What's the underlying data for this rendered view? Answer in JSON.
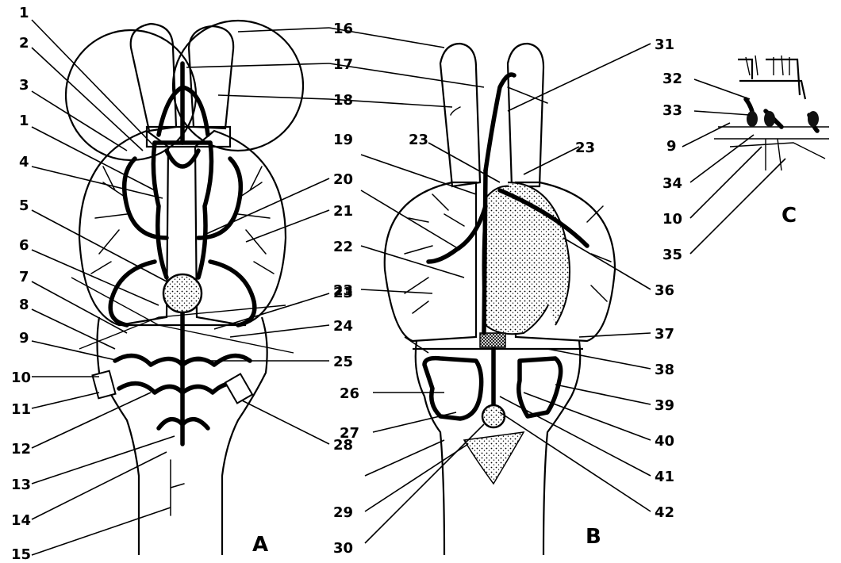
{
  "panels": [
    "A",
    "B",
    "C"
  ],
  "labels_a_left": [
    "1",
    "2",
    "3",
    "1",
    "4",
    "5",
    "6",
    "7",
    "8",
    "9",
    "10",
    "11",
    "12",
    "13",
    "14",
    "15"
  ],
  "labels_a_right": [
    "16",
    "17",
    "18",
    "20",
    "21",
    "23",
    "24",
    "25",
    "28"
  ],
  "labels_b_left": [
    "19",
    "22",
    "23",
    "23",
    "26",
    "27",
    "29",
    "30"
  ],
  "labels_b_right": [
    "31",
    "23",
    "36",
    "37",
    "38",
    "39",
    "40",
    "41",
    "42"
  ],
  "labels_c": [
    "32",
    "33",
    "9",
    "34",
    "10",
    "35"
  ]
}
